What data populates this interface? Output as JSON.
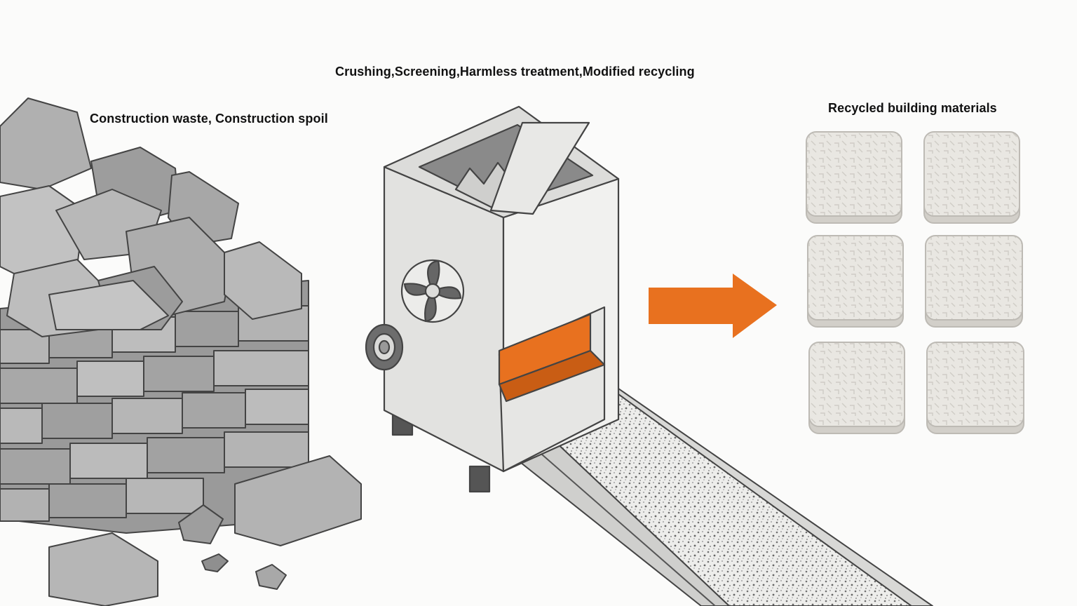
{
  "labels": {
    "input": "Construction waste, Construction spoil",
    "process": "Crushing,Screening,Harmless treatment,Modified recycling",
    "output": "Recycled building materials"
  },
  "colors": {
    "accent": "#e8711f",
    "stone_light": "#c9c9c9",
    "stone_mid": "#a9a9a9",
    "stone_dark": "#7d7d7d",
    "machine": "#e6e6e4",
    "tile": "#e9e7e2",
    "background": "#fbfbfa"
  },
  "icons": {
    "fan": "fan-icon",
    "arrow": "right-arrow-icon",
    "knob": "knob-icon"
  }
}
